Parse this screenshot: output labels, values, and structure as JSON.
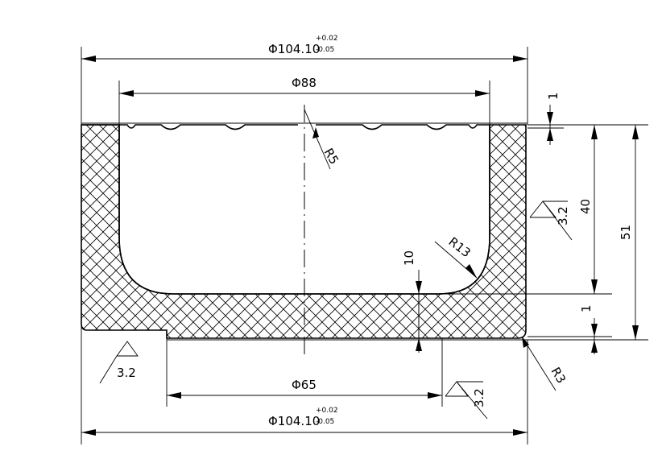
{
  "dimensions": {
    "outer_dia_top": {
      "main": "Φ104.10",
      "upper": "+0.02",
      "lower": "-0.05"
    },
    "inner_dia": "Φ88",
    "top_gap": "1",
    "height_40": "40",
    "height_51": "51",
    "radius_r5": "R5",
    "radius_r13": "R13",
    "radius_r3": "R3",
    "depth_10": "10",
    "bottom_gap": "1",
    "bottom_dia": "Φ65",
    "outer_dia_bottom": {
      "main": "Φ104.10",
      "upper": "+0.02",
      "lower": "-0.05"
    }
  },
  "surface_finish": {
    "right_wall": "3.2",
    "bottom_left": "3.2",
    "bottom_right": "3.2"
  },
  "colors": {
    "line": "#000000",
    "background": "#ffffff"
  }
}
